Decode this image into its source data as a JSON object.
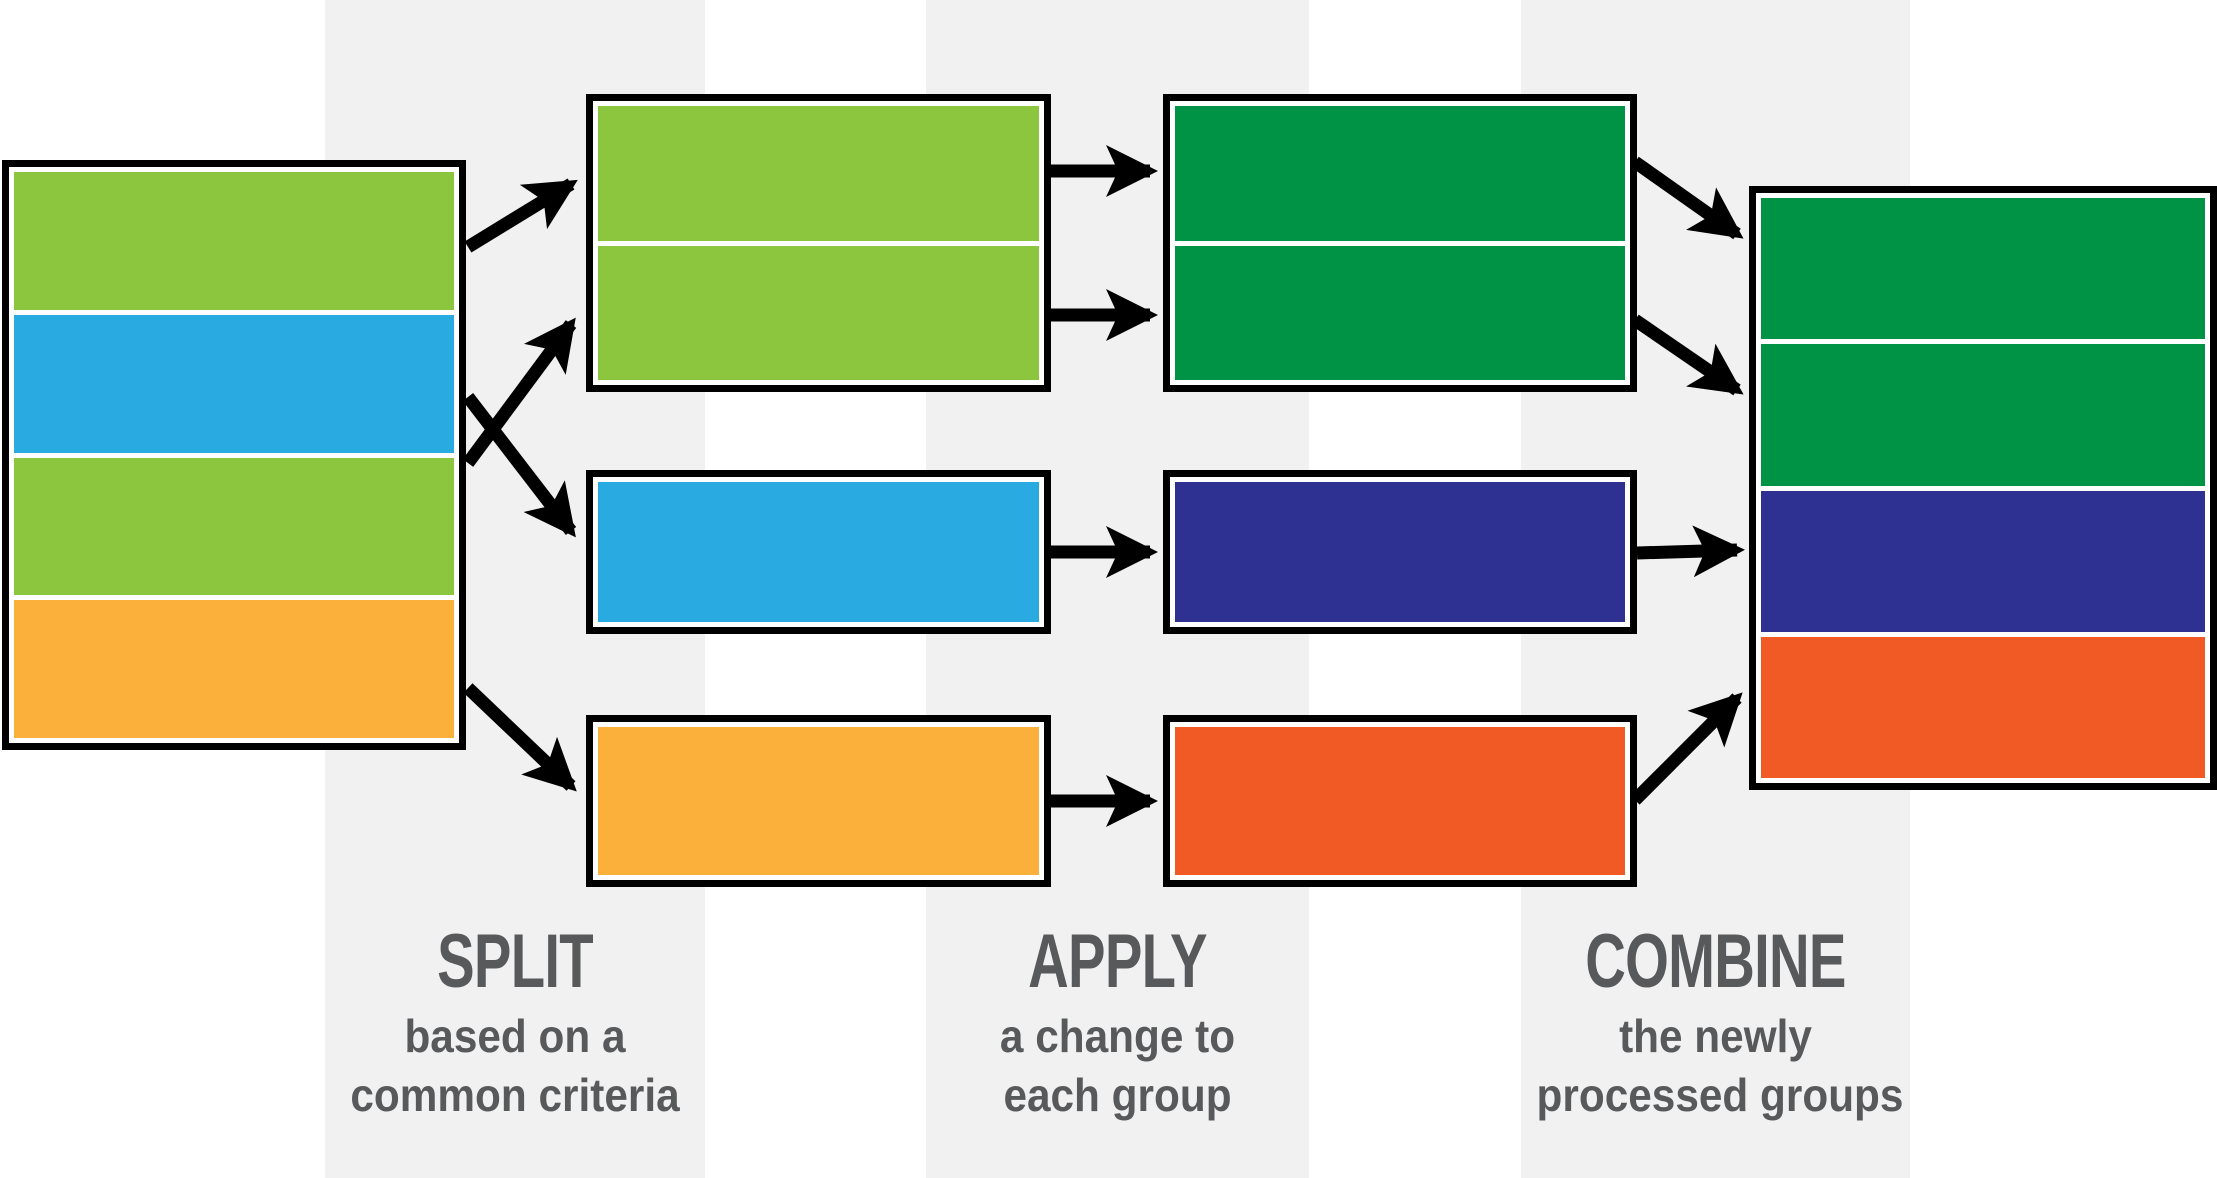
{
  "diagram": {
    "stages": [
      {
        "title": "SPLIT",
        "subtitle_line1": "based on a",
        "subtitle_line2": "common criteria"
      },
      {
        "title": "APPLY",
        "subtitle_line1": "a change to",
        "subtitle_line2": "each group"
      },
      {
        "title": "COMBINE",
        "subtitle_line1": "the newly",
        "subtitle_line2": "processed groups"
      }
    ],
    "source_box_bands": [
      "light_green",
      "blue",
      "light_green",
      "orange"
    ],
    "split_groups": [
      [
        "light_green",
        "light_green"
      ],
      [
        "blue"
      ],
      [
        "orange"
      ]
    ],
    "apply_groups": [
      [
        "dark_green",
        "dark_green"
      ],
      [
        "navy"
      ],
      [
        "red_orange"
      ]
    ],
    "combined_box_bands": [
      "dark_green",
      "dark_green",
      "navy",
      "red_orange"
    ]
  },
  "palette": {
    "light_green": "#8cc63e",
    "blue": "#29abe2",
    "orange": "#fbb03b",
    "dark_green": "#009245",
    "navy": "#2e3192",
    "red_orange": "#f15a24",
    "label_gray": "#58595b",
    "stripe_gray": "#f1f1f2",
    "arrow_black": "#000000",
    "box_border_black": "#000000",
    "background_white": "#ffffff"
  }
}
